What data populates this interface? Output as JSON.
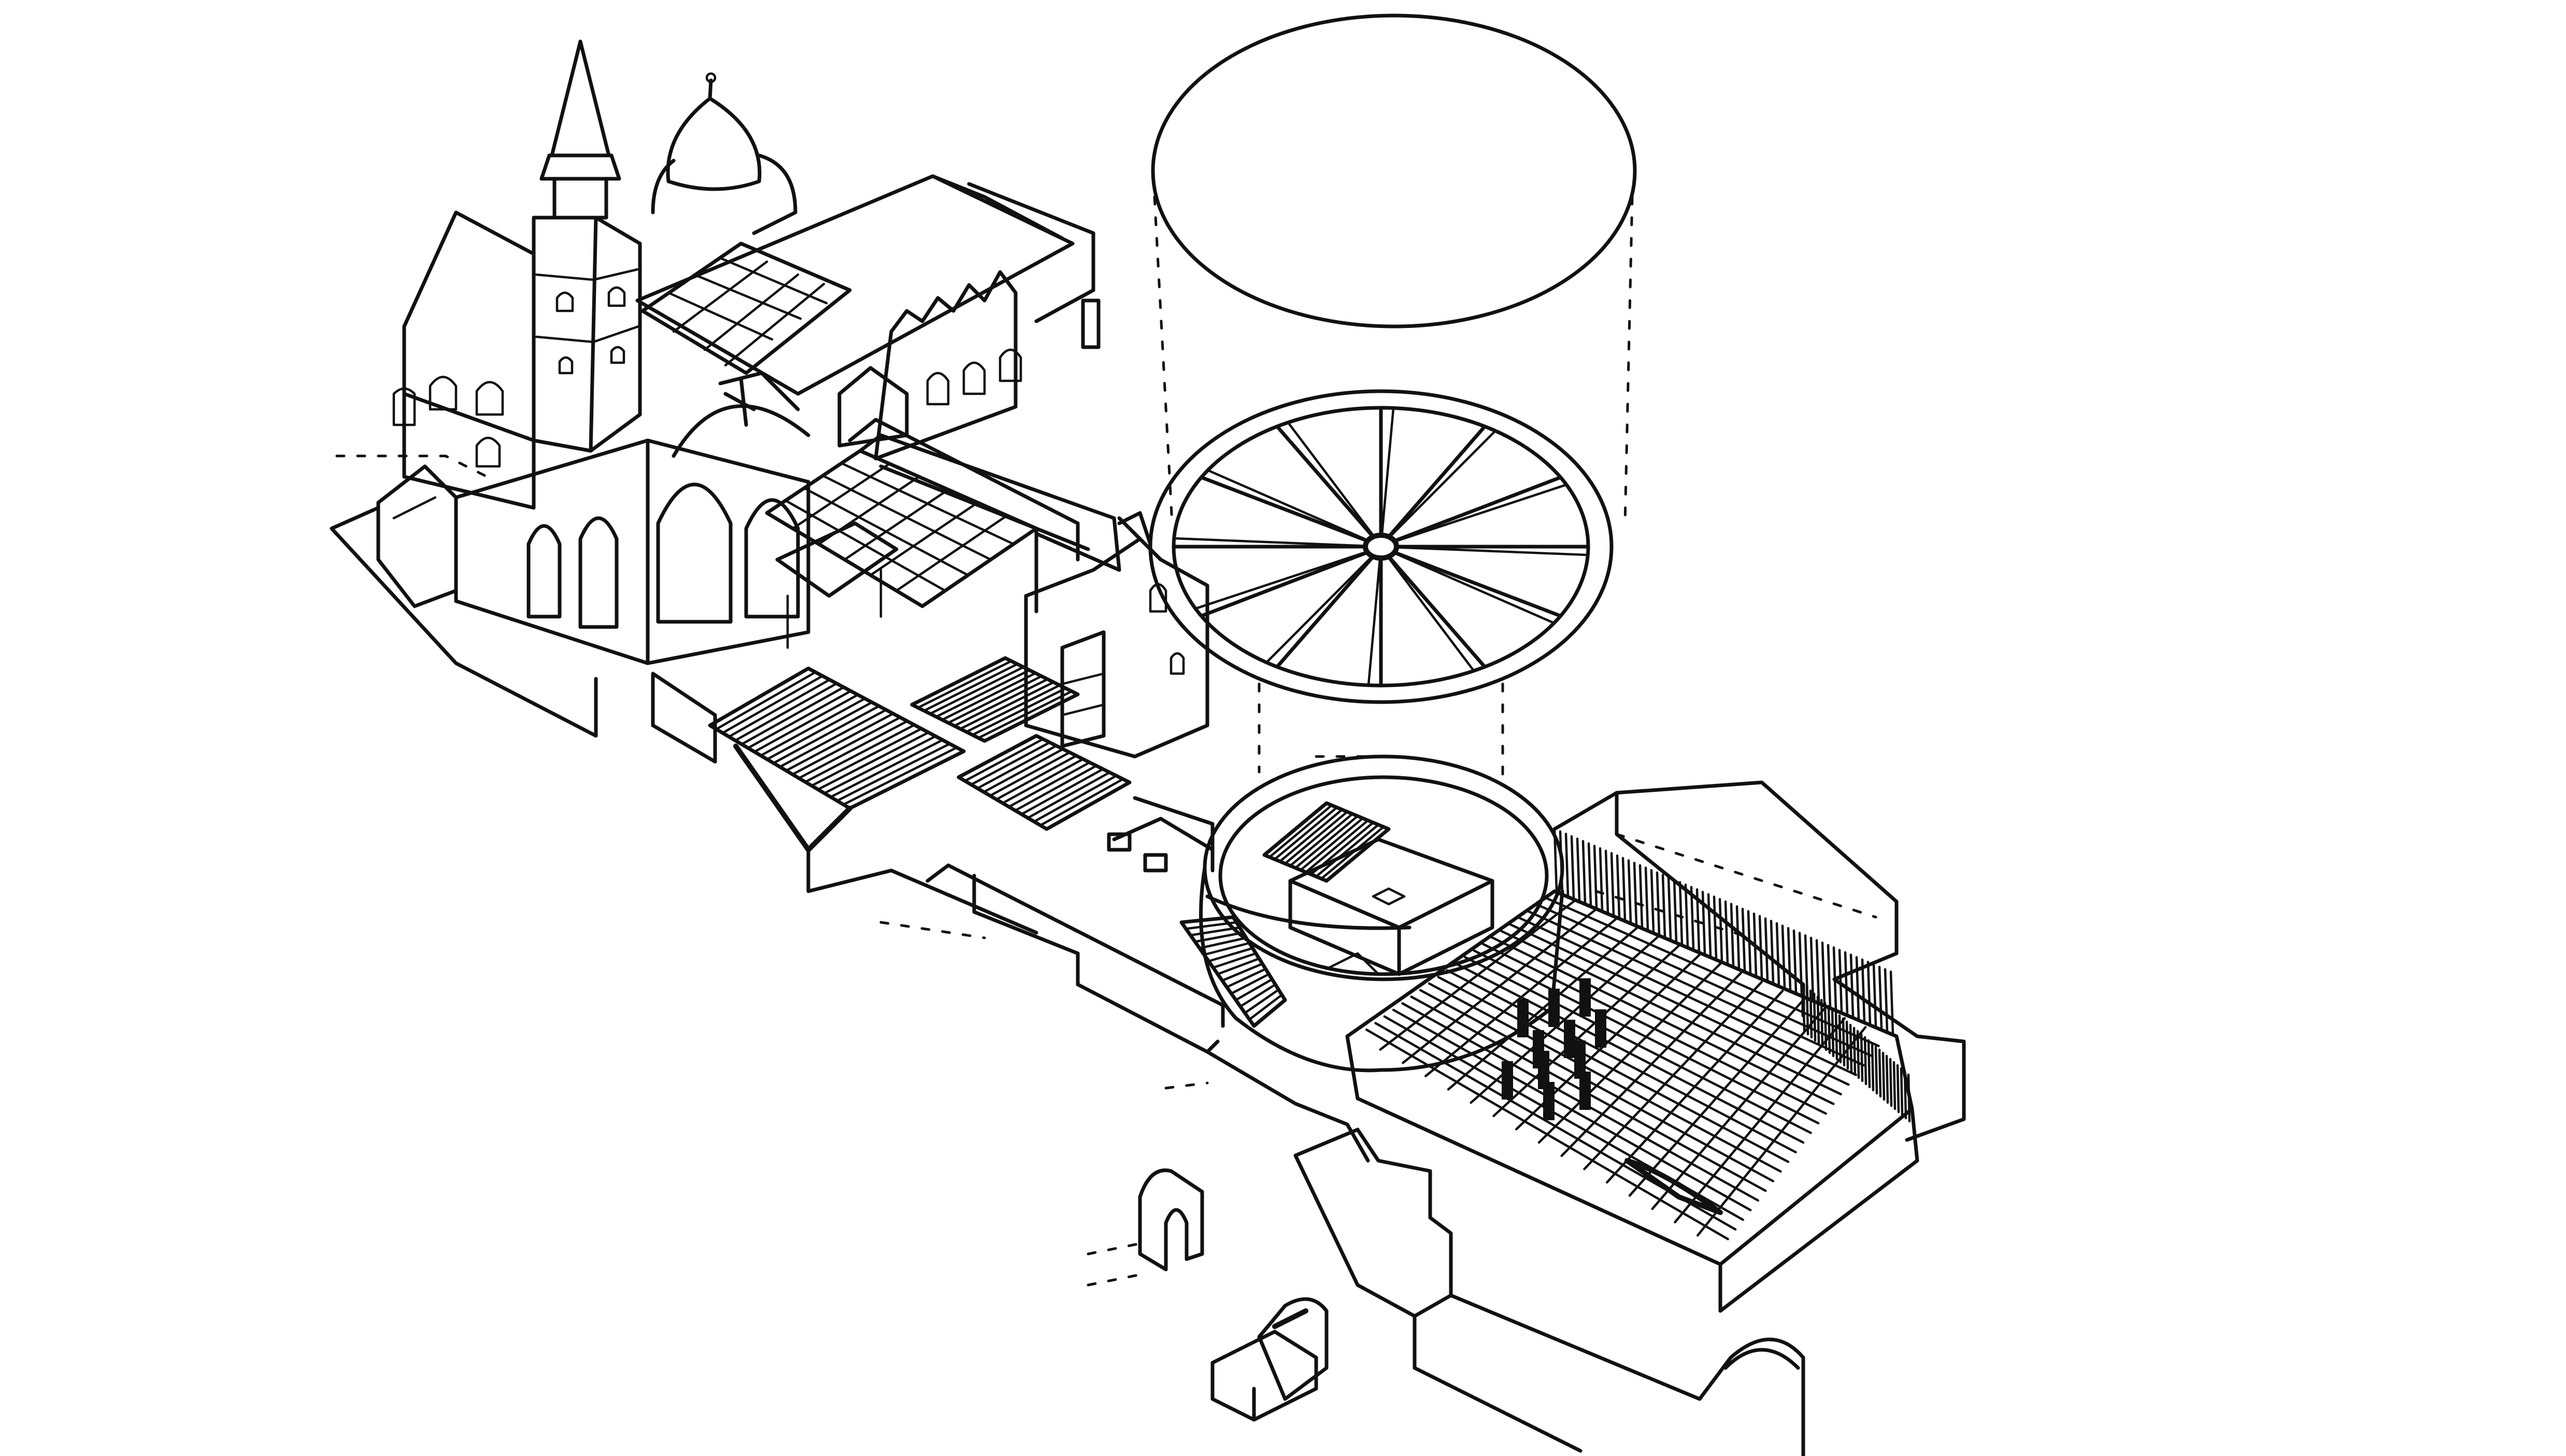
{
  "image": {
    "kind": "hand-drawn axonometric architectural sketch",
    "ink_color": "#111111",
    "background_color": "#ffffff"
  },
  "parts": [
    {
      "name": "church-tower"
    },
    {
      "name": "onion-dome"
    },
    {
      "name": "gabled-hall"
    },
    {
      "name": "arcaded-pavilion"
    },
    {
      "name": "glass-canopy"
    },
    {
      "name": "grand-stairs"
    },
    {
      "name": "rotunda-roof-plan"
    },
    {
      "name": "floating-disc"
    },
    {
      "name": "drum-ring"
    },
    {
      "name": "exhibition-hall-grid"
    },
    {
      "name": "entrance-tunnels"
    }
  ]
}
